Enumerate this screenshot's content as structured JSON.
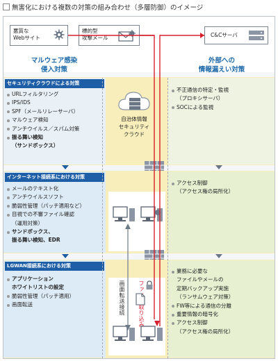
{
  "caption": "無害化における複数の対策の組み合わせ（多層防御）のイメージ",
  "threats": {
    "malicious_site": "悪質な\nWebサイト",
    "targeted_mail": "標的型\n攻撃メール",
    "cc_server": "C&Cサーバ"
  },
  "left_heading": "マルウェア感染\n侵入対策",
  "right_heading": "外部への\n情報漏えい対策",
  "security_cloud": {
    "title": "セキュリティクラウドによる対策",
    "items": [
      {
        "text": "URLフィルタリング",
        "bold": false
      },
      {
        "text": "IPS/IDS",
        "bold": false
      },
      {
        "text": "SPF（メールリレーサーバ）",
        "bold": false
      },
      {
        "text": "マルウェア検知",
        "bold": false
      },
      {
        "text": "アンチウイルス／スパム対策",
        "bold": false
      },
      {
        "text": "振る舞い検知\n（サンドボックス）",
        "bold": true
      }
    ],
    "cloud_label": "自治体情報\nセキュリティ\nクラウド",
    "right_items": [
      "不正通信の特定・監視\n（プロキシサーバ）",
      "SOCによる監視"
    ]
  },
  "internet_system": {
    "title": "インターネット接続系における対策",
    "items": [
      {
        "text": "メールのテキスト化",
        "bold": false
      },
      {
        "text": "アンチウイルスソフト",
        "bold": false
      },
      {
        "text": "脆弱性管理（パッチ適用など）",
        "bold": false
      },
      {
        "text": "目視での不審ファイル確認\n（運用対策）",
        "bold": false
      },
      {
        "text": "サンドボックス、\n振る舞い検知、EDR",
        "bold": true
      }
    ],
    "right_items": [
      "アクセス制御\n（アクセス権の局所化）"
    ]
  },
  "lgwan_system": {
    "title": "LGWAN接続系における対策",
    "items": [
      {
        "text": "アプリケーション\nホワイトリストの設定",
        "bold": true
      },
      {
        "text": "脆弱性管理（パッチ適用）",
        "bold": false
      },
      {
        "text": "画面転送",
        "bold": false
      }
    ],
    "screen_transfer_label": "画面転送接続",
    "file_import_label": "ファイル取り込み",
    "right_items": [
      "業務に必要な\nファイルやメールの\n定期バックアップ実施\n（ランサムウェア対策）",
      "FW等による通信の分離",
      "重要情報の暗号化",
      "アクセス制御\n（アクセス権の局所化）"
    ]
  },
  "colors": {
    "band": "#f8eebb",
    "left_column": "#ddebf6",
    "right_column": "#e7f1d2",
    "label_bar": "#1e5ea6",
    "heading": "#1e69a8",
    "threat_line": "#d81e2c",
    "transfer_line": "#6e7a87"
  },
  "icons": [
    "gear-icon",
    "mail-icon",
    "server-icon",
    "cloud-icon",
    "firewall-icon",
    "computer-icon",
    "virus-icon",
    "lock-icon",
    "document-icon"
  ]
}
